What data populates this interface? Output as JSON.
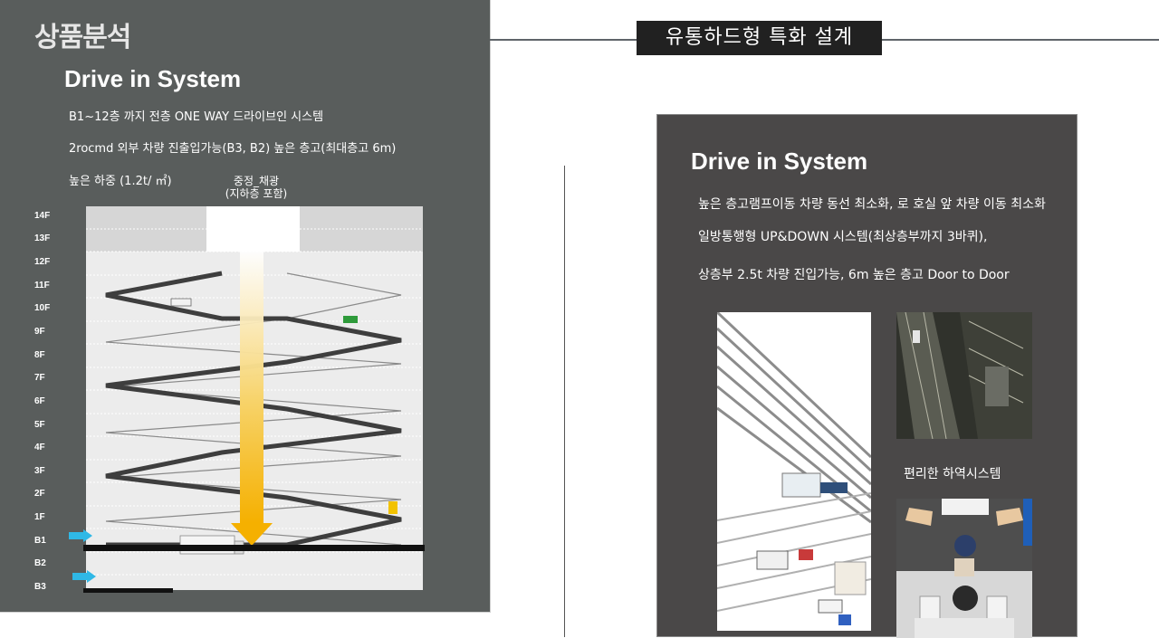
{
  "left": {
    "section_title": "상품분석",
    "heading": "Drive in System",
    "lines": [
      "B1~12층 까지 전층 ONE WAY 드라이브인 시스템",
      "2rocmd 외부 차량 진출입가능(B3, B2)  높은 층고(최대층고 6m)",
      "높은 하중 (1.2t/ ㎡)"
    ],
    "light_label_1": "중정_채광",
    "light_label_2": "(지하층 포함)",
    "floors": [
      "14F",
      "13F",
      "12F",
      "11F",
      "10F",
      "9F",
      "8F",
      "7F",
      "6F",
      "5F",
      "4F",
      "3F",
      "2F",
      "1F",
      "B1",
      "B2",
      "B3"
    ]
  },
  "header": {
    "badge": "유통하드형 특화 설계"
  },
  "right": {
    "heading": "Drive in System",
    "lines": [
      "높은 층고램프이동 차량 동선 최소화, 로 호실 앞 차량 이동 최소화",
      "일방통행형 UP&DOWN 시스템(최상층부까지 3바퀴),",
      "상층부 2.5t 차량 진입가능, 6m 높은 층고 Door to Door"
    ],
    "caption": "편리한 하역시스템"
  },
  "colors": {
    "panel_gray": "#595d5c",
    "panel_dark": "#4a4848",
    "light_arrow": "#f5b800",
    "entry_arrow": "#2fb8e6"
  }
}
